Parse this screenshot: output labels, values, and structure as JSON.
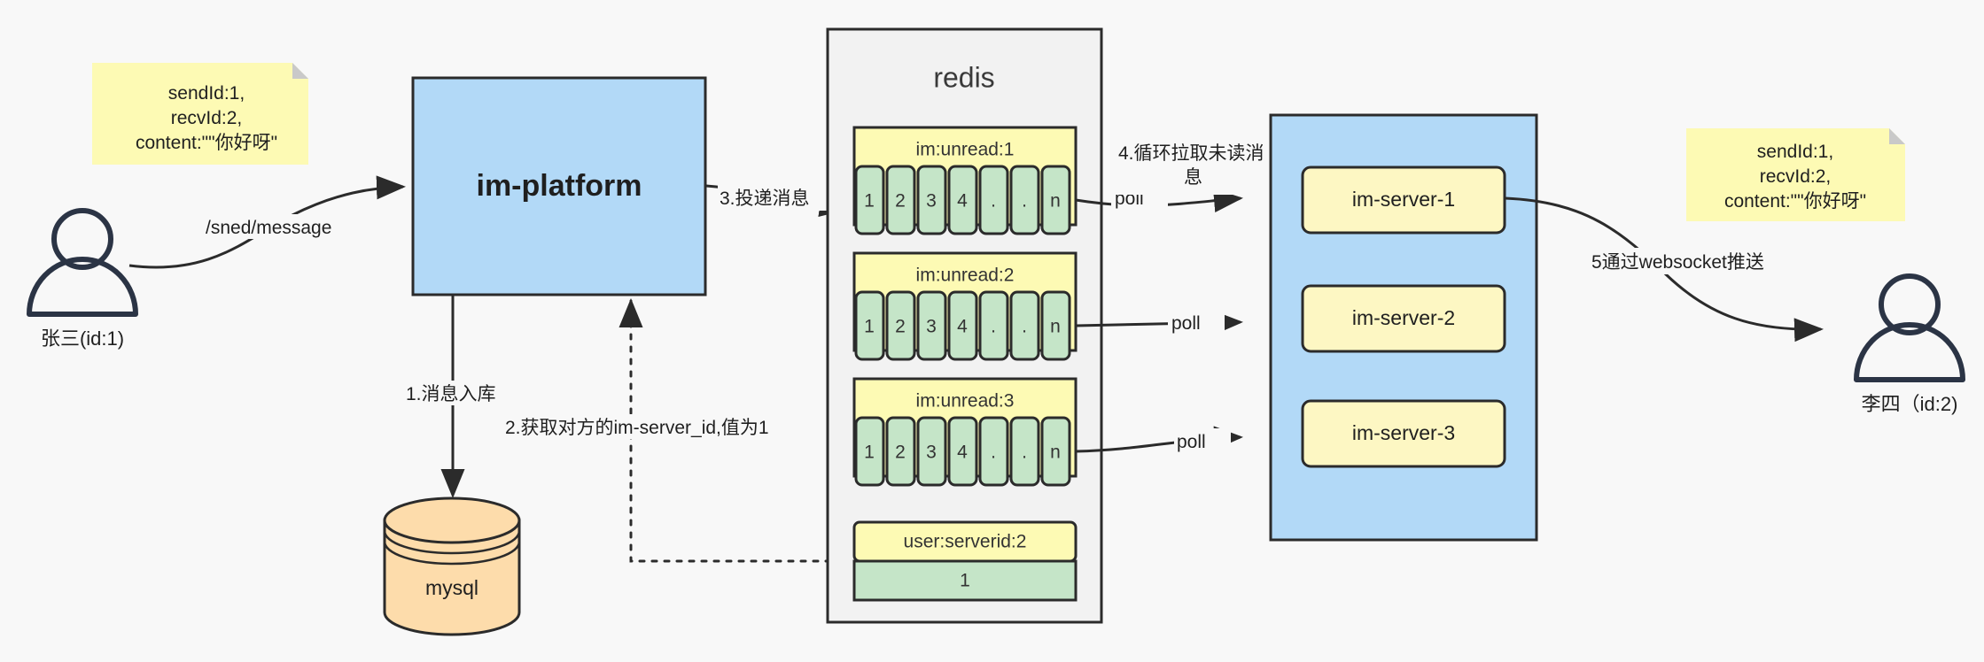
{
  "title": "IM message delivery architecture",
  "colors": {
    "background": "#f8f8f8",
    "blue_fill": "#b2d9f7",
    "yellow_note": "#fdfab4",
    "yellow_box": "#fdf7c3",
    "green_cell": "#c5e5c8",
    "orange_db": "#fddcab",
    "stroke": "#2b2b2b",
    "person": "#2b3445",
    "redis_container": "#f2f2f2"
  },
  "notes": {
    "left": {
      "line1": "sendId:1,",
      "line2": "recvId:2,",
      "line3": "content:\"\"你好呀\""
    },
    "right": {
      "line1": "sendId:1,",
      "line2": "recvId:2,",
      "line3": "content:\"\"你好呀\""
    }
  },
  "actors": {
    "sender": {
      "label": "张三(id:1)"
    },
    "receiver": {
      "label": "李四（id:2)"
    }
  },
  "nodes": {
    "platform": {
      "label": "im-platform"
    },
    "mysql": {
      "label": "mysql"
    },
    "redis": {
      "title": "redis"
    },
    "servers": [
      {
        "label": "im-server-1"
      },
      {
        "label": "im-server-2"
      },
      {
        "label": "im-server-3"
      }
    ]
  },
  "redis_keys": [
    {
      "key": "im:unread:1",
      "cells": [
        "1",
        "2",
        "3",
        "4",
        ".",
        ".",
        "n"
      ]
    },
    {
      "key": "im:unread:2",
      "cells": [
        "1",
        "2",
        "3",
        "4",
        ".",
        ".",
        "n"
      ]
    },
    {
      "key": "im:unread:3",
      "cells": [
        "1",
        "2",
        "3",
        "4",
        ".",
        ".",
        "n"
      ]
    }
  ],
  "redis_value_entry": {
    "key": "user:serverid:2",
    "value": "1"
  },
  "edges": {
    "send_message": "/sned/message",
    "step1": "1.消息入库",
    "step2": "2.获取对方的im-server_id,值为1",
    "step3": "3.投递消息",
    "step4_line1": "4.循环拉取未读消",
    "step4_line2": "息",
    "poll1": "poll",
    "poll2": "poll",
    "poll3": "poll",
    "step5": "5通过websocket推送"
  }
}
